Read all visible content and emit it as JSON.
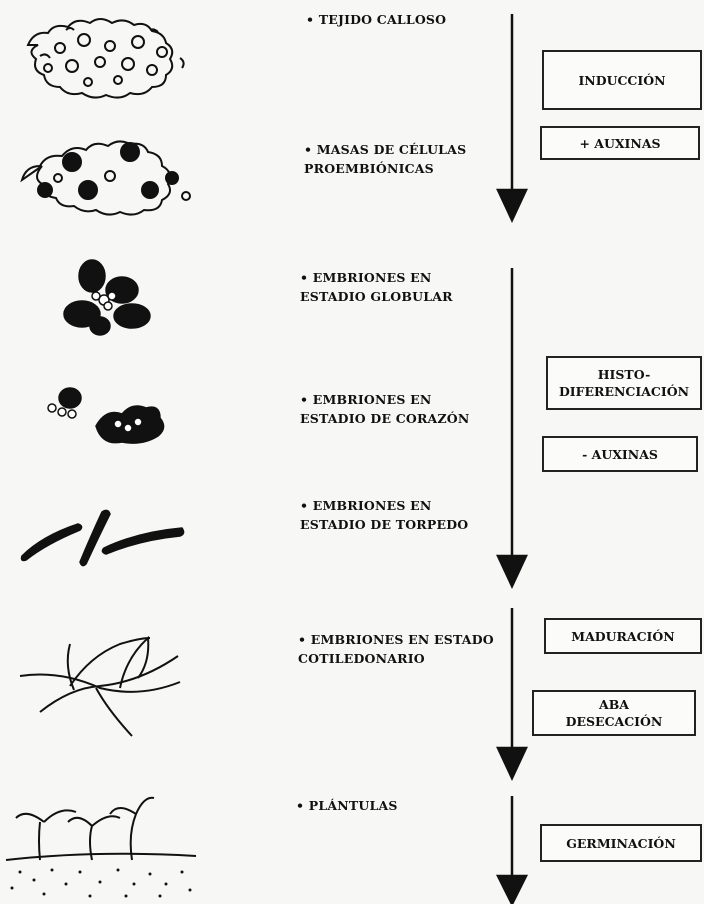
{
  "stages": [
    {
      "label": "• TEJIDO CALLOSO"
    },
    {
      "label_line1": "• MASAS DE  CÉLULAS",
      "label_line2": "PROEMBIÓNICAS"
    },
    {
      "label_line1": "• EMBRIONES EN",
      "label_line2": "ESTADIO GLOBULAR"
    },
    {
      "label_line1": "• EMBRIONES EN",
      "label_line2": "ESTADIO DE CORAZÓN"
    },
    {
      "label_line1": "• EMBRIONES EN",
      "label_line2": "ESTADIO DE TORPEDO"
    },
    {
      "label_line1": "• EMBRIONES EN ESTADO",
      "label_line2": "COTILEDONARIO"
    },
    {
      "label": "• PLÁNTULAS"
    }
  ],
  "processes": {
    "induccion": "INDUCCIÓN",
    "auxinas_plus": "+ AUXINAS",
    "histo_line1": "HISTO-",
    "histo_line2": "DIFERENCIACIÓN",
    "auxinas_minus": "- AUXINAS",
    "maduracion": "MADURACIÓN",
    "aba": "ABA",
    "desecacion": "DESECACIÓN",
    "germinacion": "GERMINACIÓN"
  }
}
